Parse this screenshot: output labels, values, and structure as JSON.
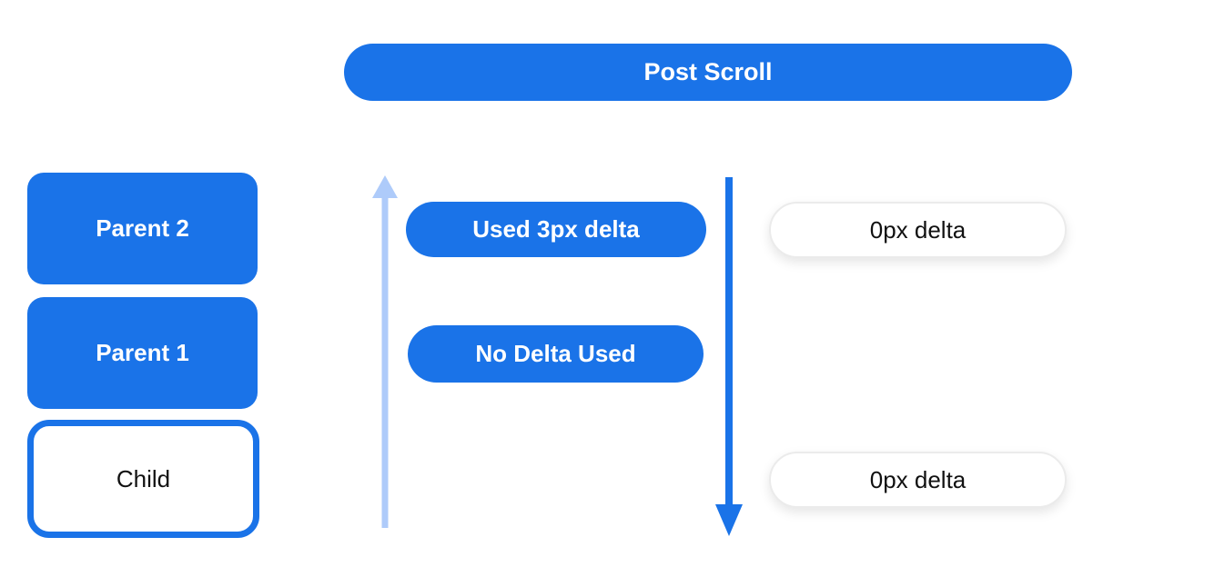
{
  "header": {
    "label": "Post Scroll"
  },
  "left_stack": {
    "parent2_label": "Parent 2",
    "parent1_label": "Parent 1",
    "child_label": "Child"
  },
  "middle_column": {
    "pill1_label": "Used 3px delta",
    "pill2_label": "No Delta Used"
  },
  "right_column": {
    "pill1_label": "0px delta",
    "pill2_label": "0px delta"
  },
  "icons": {
    "up_arrow": "up-arrow-icon",
    "down_arrow": "down-arrow-icon"
  },
  "colors": {
    "primary_blue": "#1a73e8",
    "light_blue": "#aecbfa",
    "white": "#ffffff",
    "text_dark": "#111111",
    "pill_border": "#ebebeb"
  }
}
